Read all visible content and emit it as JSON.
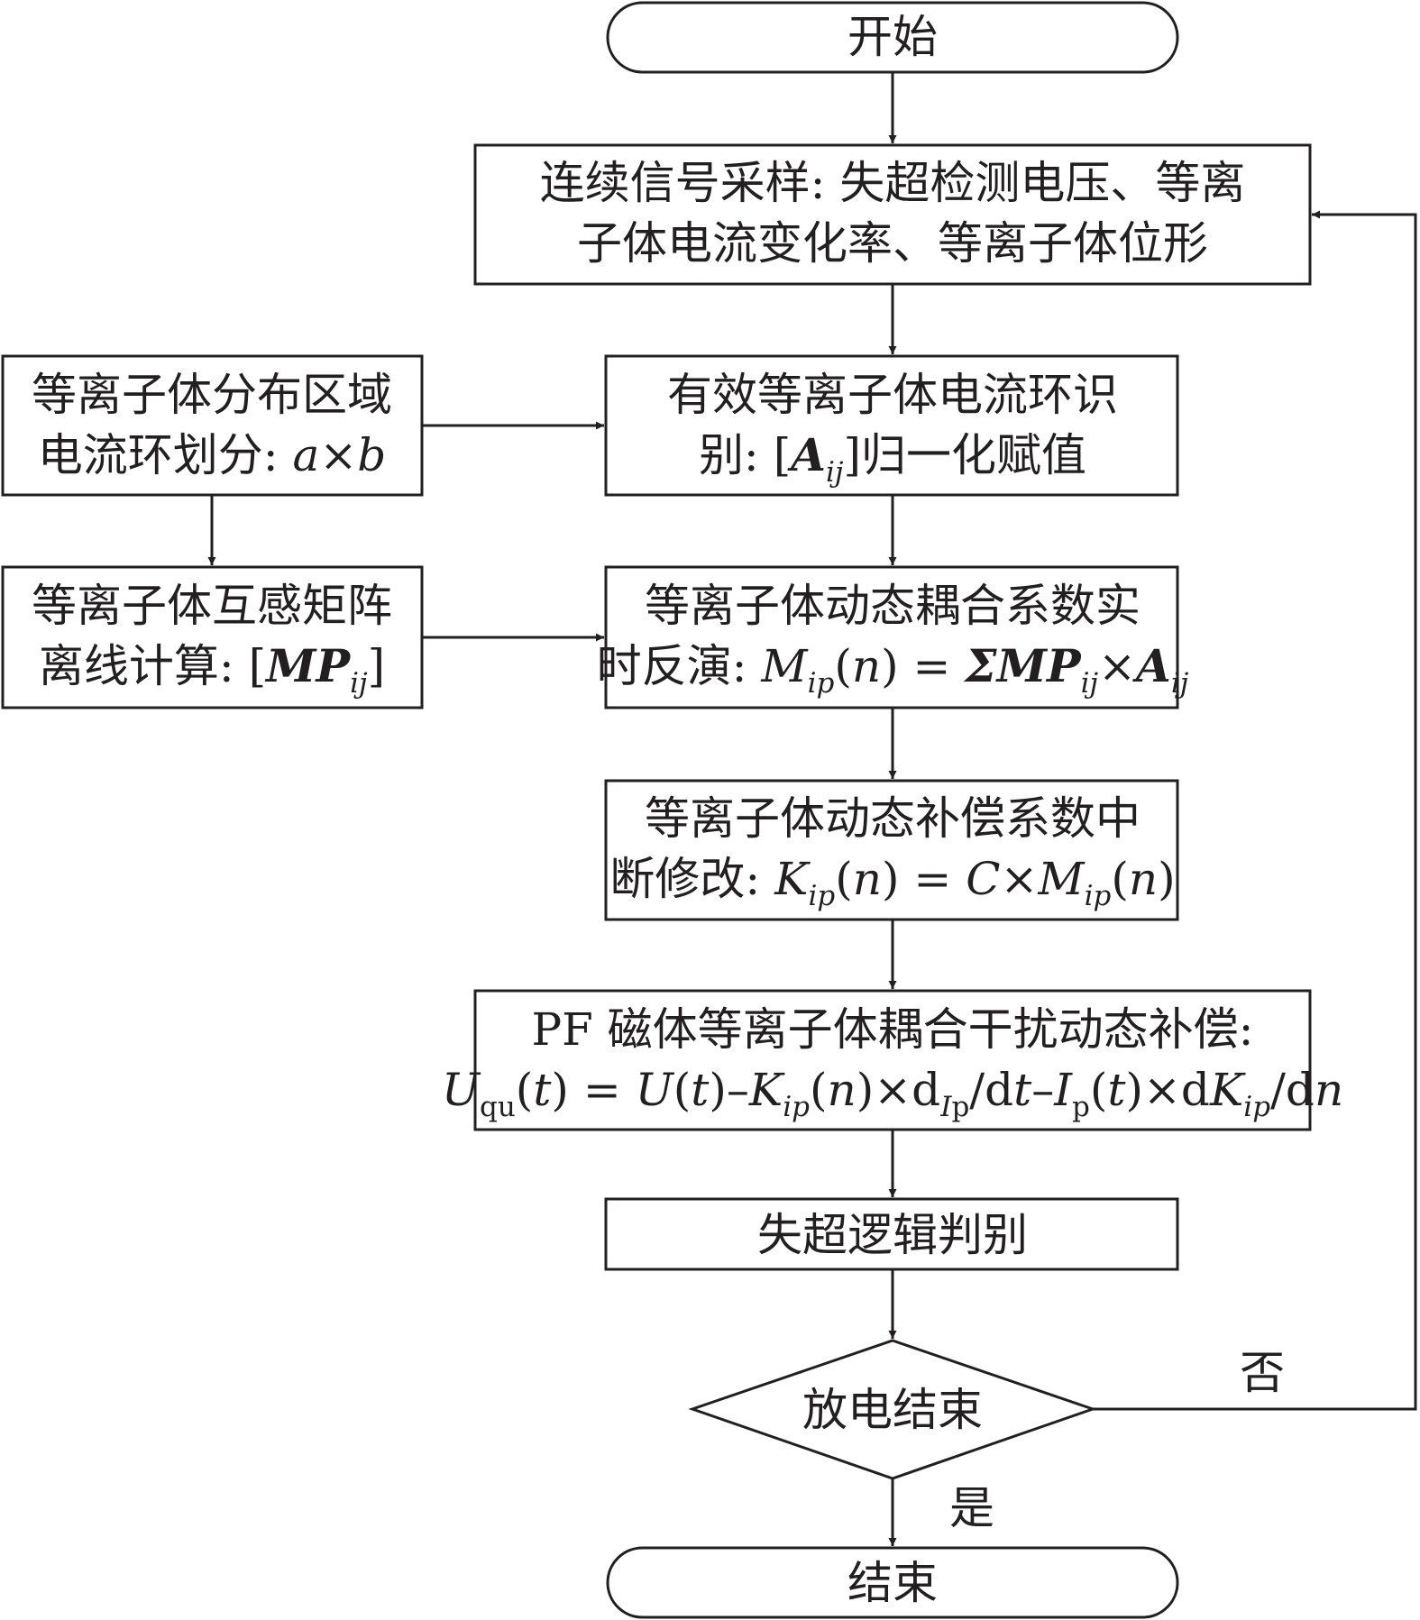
{
  "nodes": {
    "start": "开始",
    "sampling": [
      "连续信号采样: 失超检测电压、等离",
      "子体电流变化率、等离子体位形"
    ],
    "region_line1": "等离子体分布区域",
    "region_line2_text": "电流环划分: ",
    "region_line2_expr": "a×b",
    "mutual_line1": "等离子体互感矩阵",
    "mutual_line2_text": "离线计算: ",
    "mutual_matrix": "[MPij]",
    "loop_id_line1": "有效等离子体电流环识",
    "loop_id_line2_prefix": "别: ",
    "loop_id_matrix": "[Aij]",
    "loop_id_line2_suffix": "归一化赋值",
    "coupling_line1": "等离子体动态耦合系数实",
    "coupling_line2_text": "时反演: ",
    "coupling_formula": "Mip(n) = ΣMPij×Aij",
    "compensation_line1": "等离子体动态补偿系数中",
    "compensation_line2_text": "断修改: ",
    "compensation_formula": "Kip(n) = C×Mip(n)",
    "interference_line1": "PF 磁体等离子体耦合干扰动态补偿:",
    "interference_formula": "Uqu(t) = U(t)–Kip(n)×dIp/dt–Ip(t)×dKip/dn",
    "quench_logic": "失超逻辑判别",
    "decision": "放电结束",
    "end": "结束"
  },
  "edge_labels": {
    "no": "否",
    "yes": "是"
  },
  "colors": {
    "stroke": "#231f20",
    "fill": "#ffffff"
  }
}
